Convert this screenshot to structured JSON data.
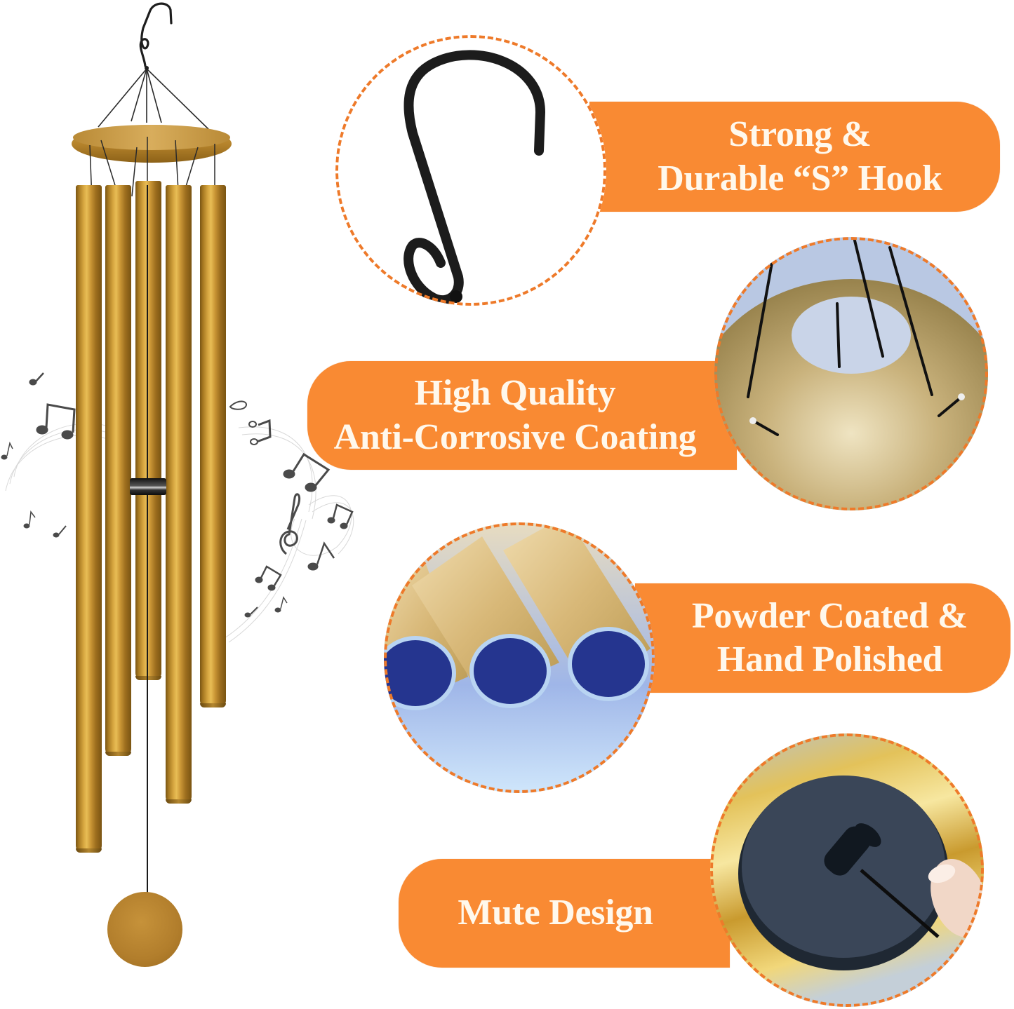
{
  "theme": {
    "accent_orange": "#F98A33",
    "dashed_ring_orange": "#EE7A2A",
    "pill_text": "#FFF8EC",
    "gold": "#C99535",
    "background": "#FFFFFF"
  },
  "product": {
    "name": "Wind Chime",
    "tube_count": 5,
    "finish": "gold",
    "components": [
      "s-hook",
      "suspension-wires",
      "top-disc",
      "tubes",
      "striker",
      "sail-weight"
    ]
  },
  "features": [
    {
      "id": "s-hook",
      "lines": [
        "Strong &",
        "Durable “S” Hook"
      ],
      "image": "black-s-hook"
    },
    {
      "id": "coating",
      "lines": [
        "High Quality",
        "Anti-Corrosive Coating"
      ],
      "image": "gold-top-disc-with-wires"
    },
    {
      "id": "powder-coated",
      "lines": [
        "Powder Coated &",
        "Hand Polished"
      ],
      "image": "three-gold-tubes-ends"
    },
    {
      "id": "mute",
      "lines": [
        "Mute Design"
      ],
      "image": "black-mute-cap-with-cord-lock"
    }
  ],
  "decorations": {
    "music_notes": "gray-music-notes-around-chime"
  }
}
